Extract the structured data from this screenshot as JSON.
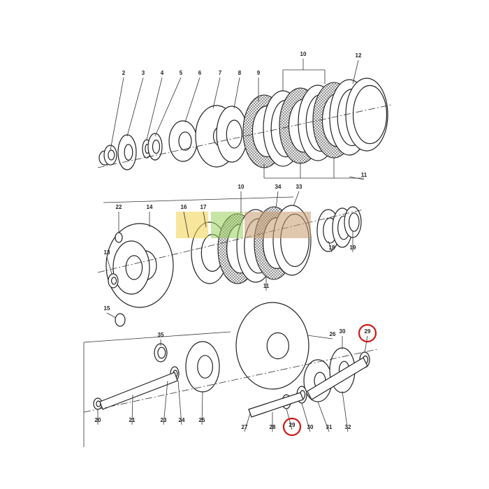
{
  "diagram": {
    "type": "exploded-parts-view",
    "top_assembly": {
      "labels": [
        "2",
        "3",
        "4",
        "5",
        "6",
        "7",
        "8",
        "9",
        "10",
        "12",
        "11"
      ]
    },
    "middle_assembly": {
      "labels": [
        "22",
        "14",
        "16",
        "17",
        "10",
        "34",
        "33",
        "13",
        "18",
        "19",
        "11",
        "15"
      ]
    },
    "bottom_assembly": {
      "labels": [
        "35",
        "26",
        "30",
        "29",
        "20",
        "21",
        "23",
        "24",
        "25",
        "27",
        "28",
        "29",
        "30",
        "31",
        "32"
      ]
    },
    "highlighted_parts": [
      "29",
      "29"
    ],
    "highlight_color": "#d01818",
    "watermark_colors": [
      "#f2d24a",
      "#9bd05a",
      "#c79a6e"
    ]
  }
}
